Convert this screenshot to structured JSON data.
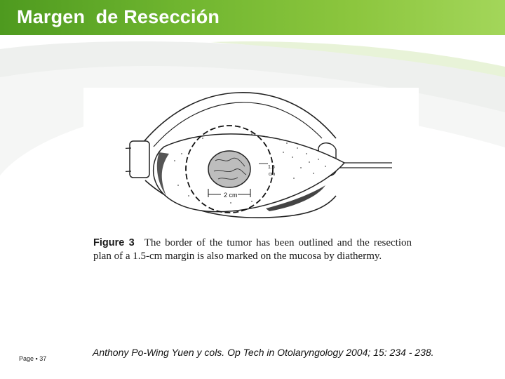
{
  "slide": {
    "title": "Margen  de Resección",
    "page_label": "Page ▪ 37",
    "citation": "Anthony Po-Wing Yuen y cols. Op Tech in Otolaryngology 2004; 15: 234 - 238."
  },
  "figure": {
    "label": "Figure 3",
    "caption": "The border of the tumor has been outlined and the resection plan of a 1.5-cm margin is also marked on the mucosa by diathermy.",
    "annotations": {
      "diameter": "2 cm",
      "margin_top": "1.5",
      "margin_bottom": "cm"
    }
  },
  "colors": {
    "title_green": "#6fb52f",
    "title_text": "#ffffff"
  }
}
